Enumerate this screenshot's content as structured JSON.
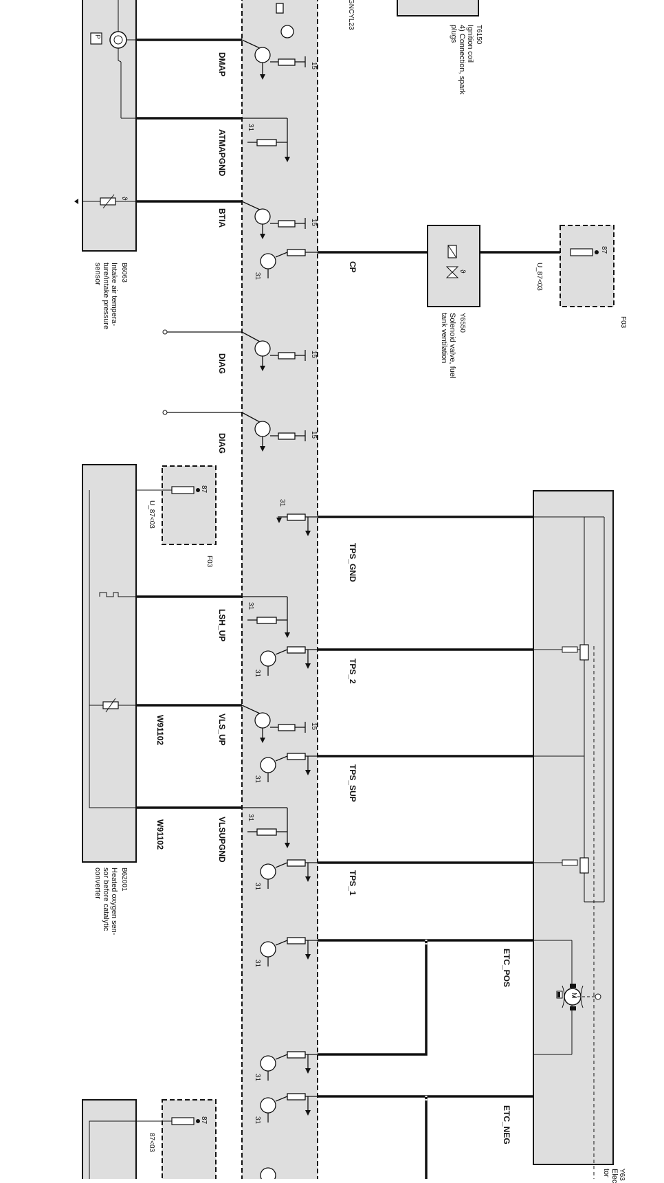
{
  "components": {
    "t6150": {
      "id": "T6150",
      "desc": "Ignition coil\n4) Connection, spark\nplugs"
    },
    "b6063": {
      "id": "B6063",
      "desc": "Intake air tempera-\nture/intake pressure\nsensor"
    },
    "y6550": {
      "id": "Y6550",
      "desc": "Solenoid valve, fuel\ntank ventilation"
    },
    "f03_top": {
      "id": "F03"
    },
    "f03_mid": {
      "id": "F03"
    },
    "b62001": {
      "id": "B62001",
      "desc": "Heated oxygen sen-\nsor before catalytic\nconverter"
    },
    "y63_cut": {
      "id": "Y63",
      "desc": "Elec\ntor"
    }
  },
  "signals": {
    "dmap": "DMAP",
    "atmapgnd": "ATMAPGND",
    "btia": "BTIA",
    "cp": "CP",
    "diag1": "DIAG",
    "diag2": "DIAG",
    "tps_gnd": "TPS_GND",
    "lsh_up": "LSH_UP",
    "tps_2": "TPS_2",
    "vls_up": "VLS_UP",
    "tps_sup": "TPS_SUP",
    "vlsupgnd": "VLSUPGND",
    "tps_1": "TPS_1",
    "etc_pos": "ETC_POS",
    "etc_neg": "ETC_NEG",
    "gncyl23": "GNCYL23"
  },
  "wires": {
    "u87_top": "U_87<03",
    "u87_mid": "U_87<03",
    "u87_bot": "87<03",
    "w91102_a": "W91102",
    "w91102_b": "W91102"
  },
  "pins": {
    "p15": "15",
    "p31": "31",
    "p87": "87"
  },
  "icons": {
    "pressure": "P",
    "theta": "ϑ",
    "motor": "M"
  }
}
